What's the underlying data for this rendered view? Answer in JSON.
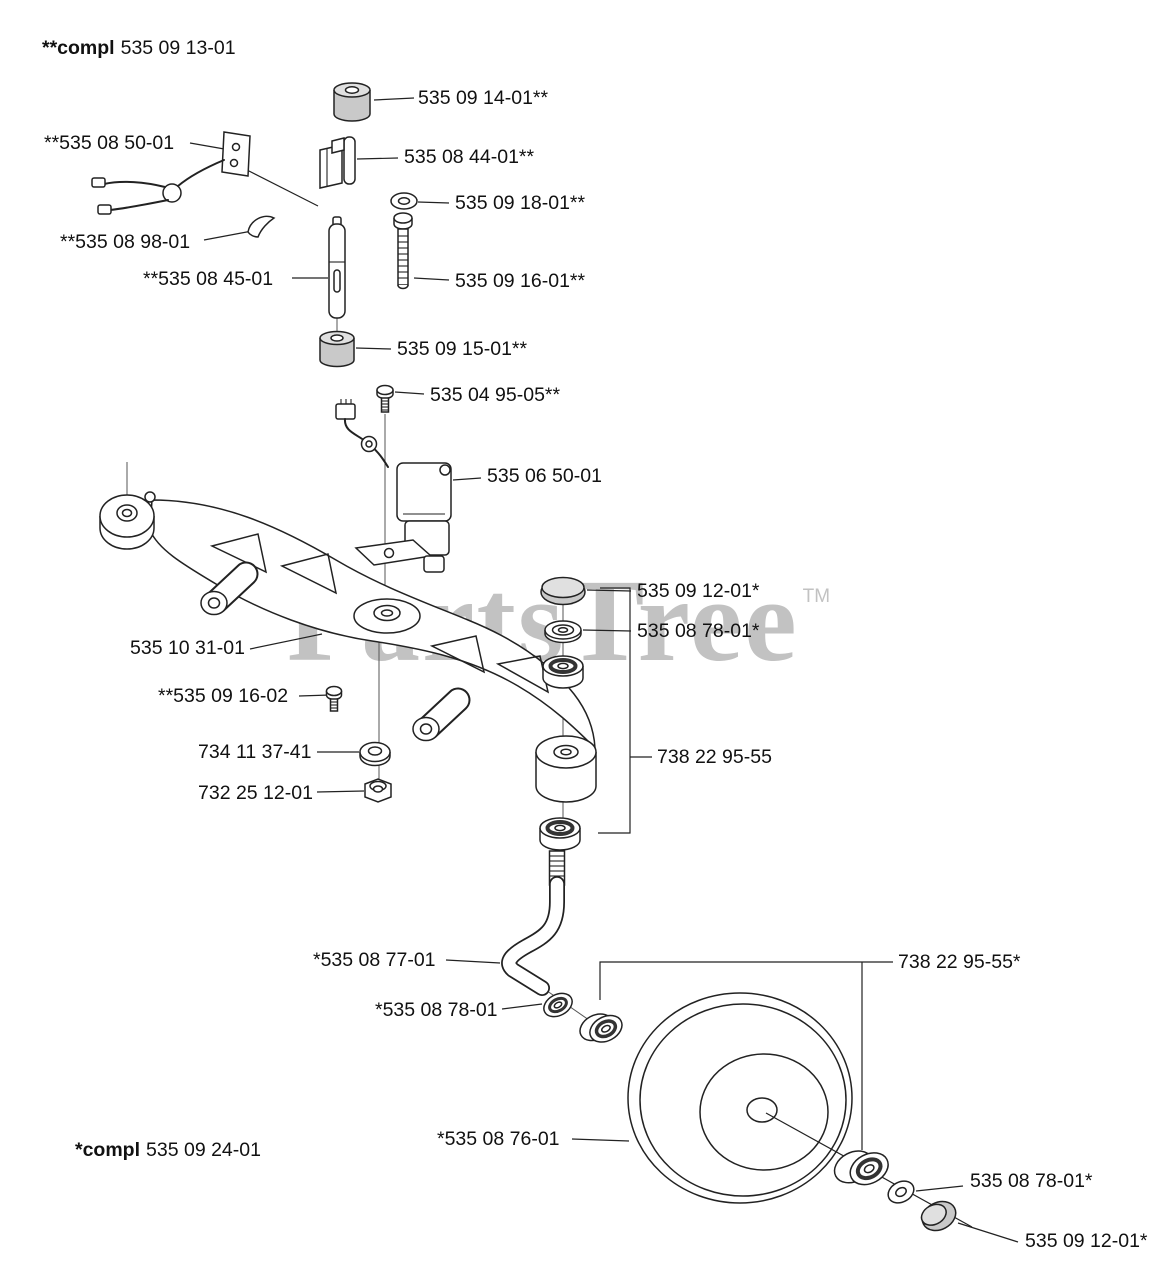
{
  "page": {
    "compl_top_bold": "**compl",
    "compl_top_num": "535 09 13-01",
    "compl_bottom_bold": "*compl",
    "compl_bottom_num": "535 09 24-01"
  },
  "watermark": {
    "text": "PartsTree",
    "tm": "TM"
  },
  "colors": {
    "watermark": "#c2c2c2",
    "line": "#222222",
    "part_shade": "#c9c9c9"
  },
  "labels": [
    {
      "id": "bushing-upper",
      "text": "535 09 14-01**"
    },
    {
      "id": "wire-bracket",
      "text": "**535 08 50-01"
    },
    {
      "id": "clamp",
      "text": "535 08 44-01**"
    },
    {
      "id": "washer-small",
      "text": "535 09 18-01**"
    },
    {
      "id": "clip",
      "text": "**535 08 98-01"
    },
    {
      "id": "pivot-pin",
      "text": "**535 08 45-01"
    },
    {
      "id": "bolt",
      "text": "535 09 16-01**"
    },
    {
      "id": "bushing-lower",
      "text": "535 09 15-01**"
    },
    {
      "id": "screw",
      "text": "535 04 95-05**"
    },
    {
      "id": "switch",
      "text": "535 06 50-01"
    },
    {
      "id": "cap-upper",
      "text": "535 09 12-01*"
    },
    {
      "id": "washer-upper",
      "text": "535 08 78-01*"
    },
    {
      "id": "axle-beam",
      "text": "535 10 31-01"
    },
    {
      "id": "screw-beam",
      "text": "**535 09 16-02"
    },
    {
      "id": "flat-washer",
      "text": "734 11 37-41"
    },
    {
      "id": "lock-nut",
      "text": "732 25 12-01"
    },
    {
      "id": "bearing-kit-upper",
      "text": "738 22 95-55"
    },
    {
      "id": "caster-fork",
      "text": "*535 08 77-01"
    },
    {
      "id": "bearing-caster",
      "text": "*535 08 78-01"
    },
    {
      "id": "bearing-kit-lower",
      "text": "738 22 95-55*"
    },
    {
      "id": "wheel",
      "text": "*535 08 76-01"
    },
    {
      "id": "washer-lower-right",
      "text": "535 08 78-01*"
    },
    {
      "id": "cap-lower-right",
      "text": "535 09 12-01*"
    }
  ]
}
